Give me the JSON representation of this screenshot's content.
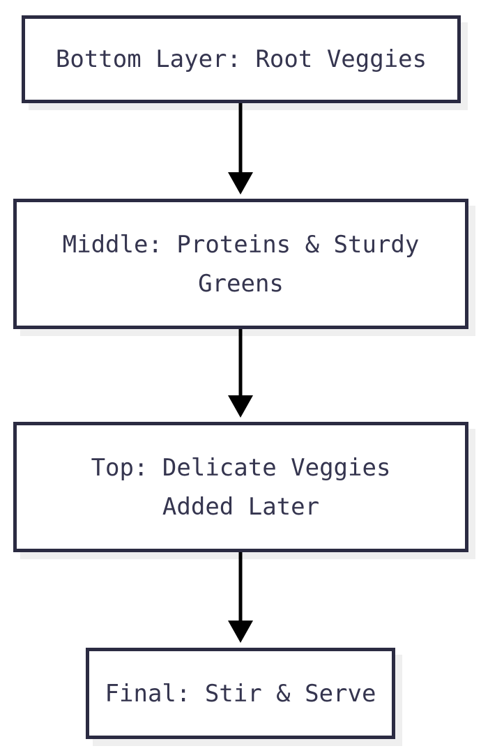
{
  "diagram": {
    "type": "flowchart",
    "direction": "top-down",
    "colors": {
      "background": "#ffffff",
      "node_fill": "#ffffff",
      "node_border": "#2b2b42",
      "node_shadow": "#efefef",
      "text": "#35354f",
      "arrow": "#000000"
    },
    "nodes": [
      {
        "id": "bottom-layer",
        "lines": [
          "Bottom Layer: Root Veggies"
        ]
      },
      {
        "id": "middle",
        "lines": [
          "Middle: Proteins & Sturdy",
          "Greens"
        ]
      },
      {
        "id": "top",
        "lines": [
          "Top: Delicate Veggies",
          "Added Later"
        ]
      },
      {
        "id": "final",
        "lines": [
          "Final: Stir & Serve"
        ]
      }
    ],
    "edges": [
      {
        "from": "bottom-layer",
        "to": "middle"
      },
      {
        "from": "middle",
        "to": "top"
      },
      {
        "from": "top",
        "to": "final"
      }
    ]
  }
}
